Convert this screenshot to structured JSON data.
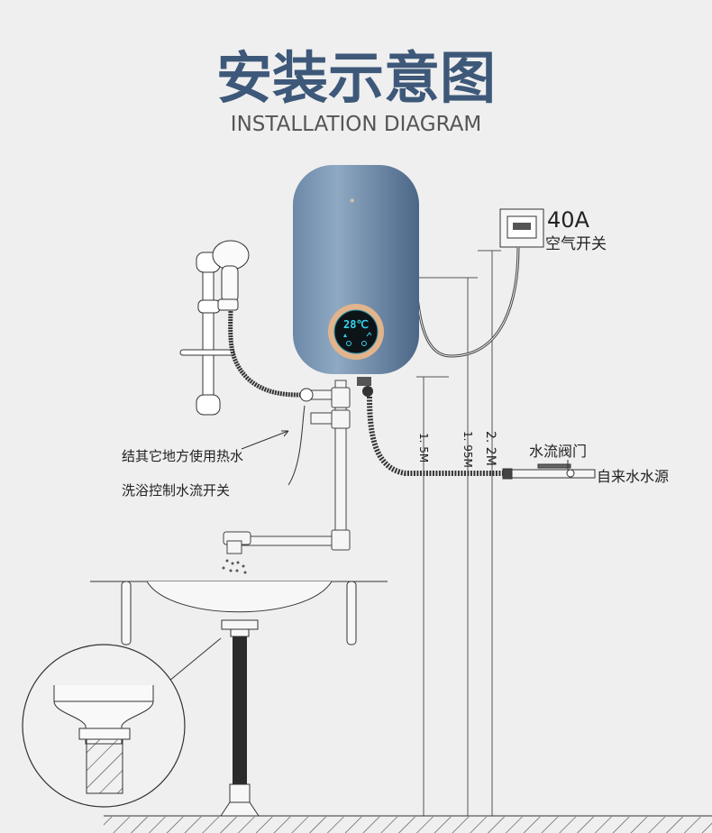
{
  "header": {
    "title": "安装示意图",
    "subtitle": "INSTALLATION DIAGRAM"
  },
  "heater": {
    "display_temperature": "28℃"
  },
  "breaker": {
    "rating": "40A",
    "label": "空气开关"
  },
  "labels": {
    "hot_water_other": "结其它地方使用热水",
    "shower_switch": "洗浴控制水流开关",
    "water_valve": "水流阀门",
    "water_source": "自来水水源"
  },
  "dimensions": {
    "heights": [
      "1. 5M",
      "1. 95M",
      "2. 2M"
    ]
  },
  "colors": {
    "title": "#3d5879",
    "heater_body": "#6f8cab",
    "display_ring": "#e2b48c",
    "display_digits": "#35d3ee"
  }
}
